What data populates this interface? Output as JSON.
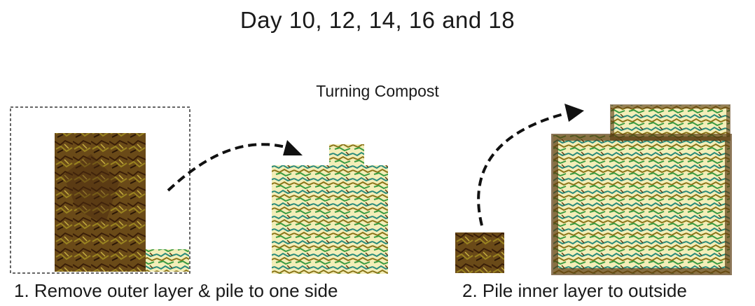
{
  "title": "Day 10, 12, 14, 16 and 18",
  "subtitle": "Turning Compost",
  "steps": [
    {
      "label": "1. Remove outer layer & pile to one side"
    },
    {
      "label": "2. Pile inner layer to outside"
    }
  ],
  "colors": {
    "dark_brown": "#4a2a10",
    "olive": "#8a7418",
    "teal": "#2a8a7a",
    "green": "#4aa040",
    "pale_yellow": "#f2eba0",
    "arrow": "#111111"
  }
}
